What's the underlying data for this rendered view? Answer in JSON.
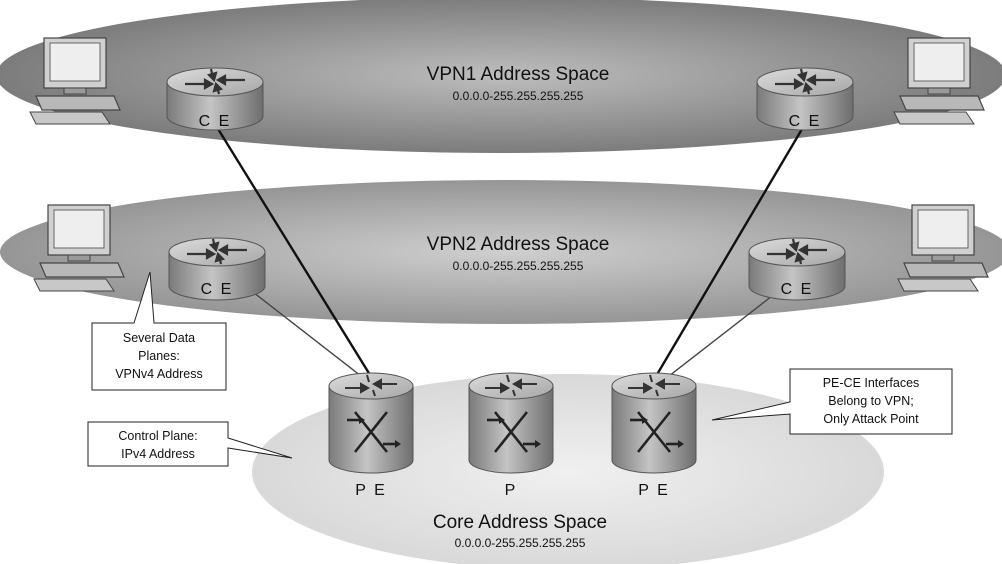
{
  "planes": {
    "vpn1": {
      "title": "VPN1 Address Space",
      "range": "0.0.0.0-255.255.255.255"
    },
    "vpn2": {
      "title": "VPN2 Address Space",
      "range": "0.0.0.0-255.255.255.255"
    },
    "core": {
      "title": "Core Address Space",
      "range": "0.0.0.0-255.255.255.255"
    }
  },
  "devices": {
    "ce": "C E",
    "pe": "P E",
    "p": "P"
  },
  "callouts": {
    "data_planes": [
      "Several Data",
      "Planes:",
      "VPNv4 Address"
    ],
    "control_plane": [
      "Control Plane:",
      "IPv4 Address"
    ],
    "pe_ce": [
      "PE-CE Interfaces",
      "Belong to VPN;",
      "Only Attack Point"
    ]
  },
  "colors": {
    "plane_dark": "#7d7d7d",
    "plane_mid": "#a9a9a9",
    "core_fill": "#e3e3e3",
    "router_body": "#9b9b9b"
  }
}
